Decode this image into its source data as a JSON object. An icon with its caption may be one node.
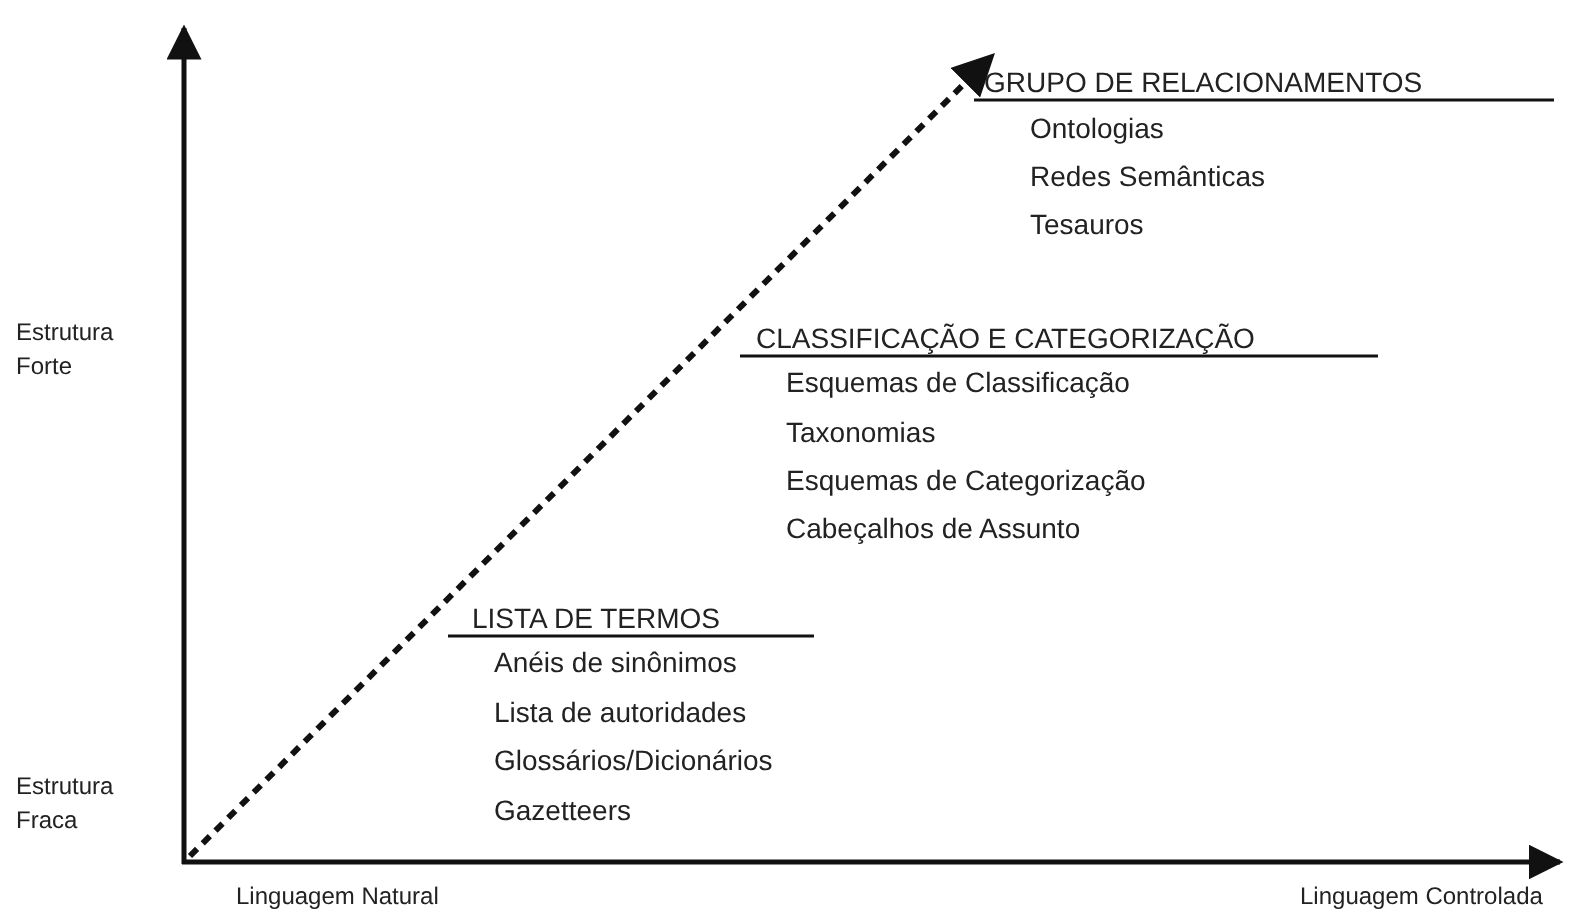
{
  "diagram": {
    "labels": [
      "GRUPO DE RELACIONAMENTOS",
      "Ontologias",
      "Redes Semânticas",
      "Tesauros",
      "Estrutura Forte",
      "CLASSIFICAÇÃO E CATEGORIZAÇÃO",
      "Esquemas de Classificação",
      "Taxonomias",
      "Esquemas de Categorização",
      "Cabeçalhos de Assunto",
      "LISTA DE TERMOS",
      "Anéis de sinônimos",
      "Lista de autoridades",
      "Estrutura Fraca",
      "Glossários/Dicionários",
      "Gazetteers",
      "Linguagem Natural",
      "Linguagem Controlada"
    ]
  }
}
